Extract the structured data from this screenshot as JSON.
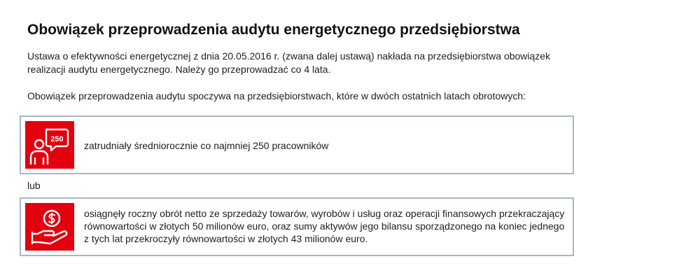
{
  "title": "Obowiązek przeprowadzenia audytu energetycznego przedsiębiorstwa",
  "intro": "Ustawa o efektywności energetycznej z dnia 20.05.2016 r. (zwana dalej ustawą) nakłada na przedsiębiorstwa obowiązek realizacji audytu energetycznego. Należy go przeprowadzać co 4 lata.",
  "obligation": "Obowiązek przeprowadzenia audytu spoczywa na przedsiębiorstwach, które w dwóch ostatnich latach obrotowych:",
  "criteria": [
    {
      "icon": "employees-250-icon",
      "badge": "250",
      "text": "zatrudniały średniorocznie co najmniej 250 pracowników"
    },
    {
      "icon": "hand-coin-icon",
      "text": "osiągnęły roczny obrót netto ze sprzedaży towarów, wyrobów i usług oraz operacji finansowych przekraczający równowartości w złotych 50 milionów euro, oraz sumy aktywów jego bilansu sporządzonego na koniec jednego z tych lat przekroczyły równowartości w złotych 43 milionów euro."
    }
  ],
  "or_label": "lub",
  "colors": {
    "accent": "#e3000f",
    "box_border": "#a9b6c4",
    "text": "#1e1e1e"
  }
}
